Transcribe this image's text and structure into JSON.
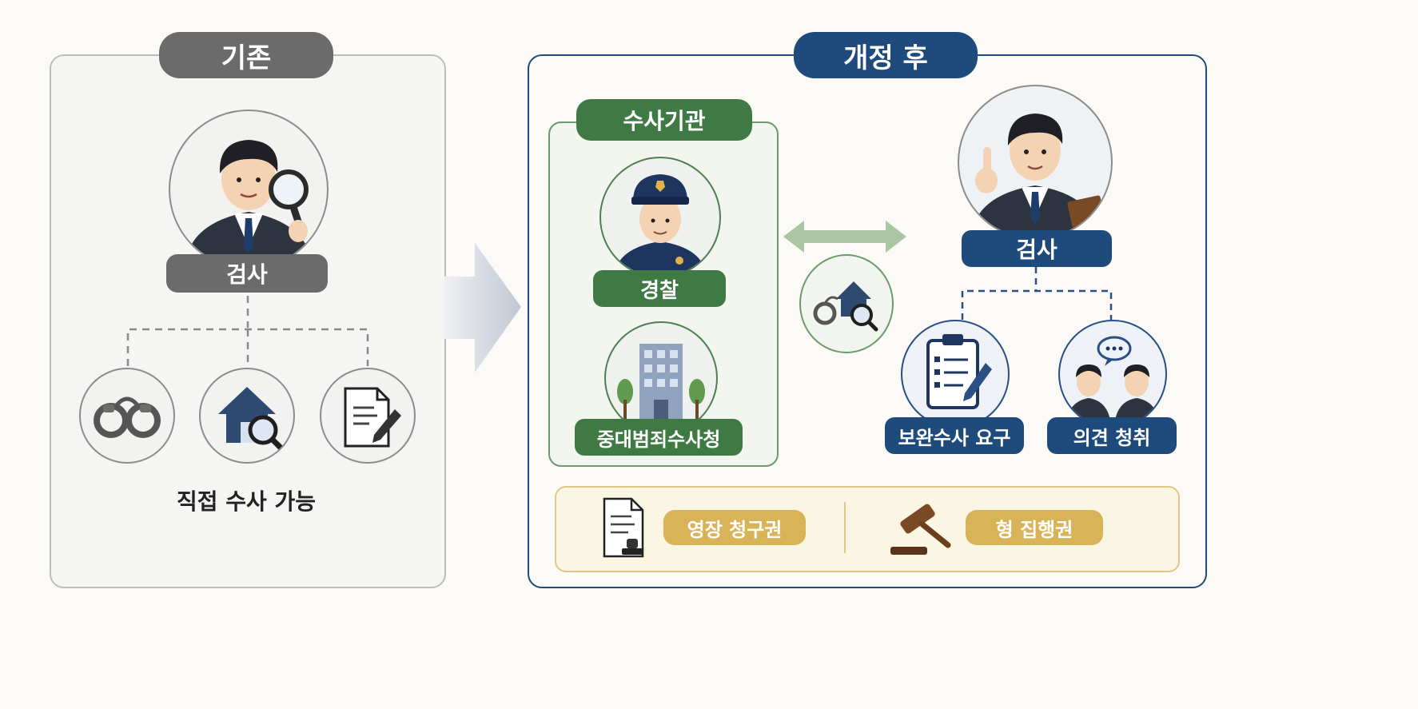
{
  "left": {
    "header": "기존",
    "role_label": "검사",
    "caption": "직접 수사 가능"
  },
  "right": {
    "header": "개정 후",
    "agency_header": "수사기관",
    "police_label": "경찰",
    "bureau_label": "중대범죄수사청",
    "prosecutor_label": "검사",
    "request_label": "보완수사 요구",
    "opinion_label": "의견 청취",
    "warrant_label": "영장 청구권",
    "execution_label": "형 집행권"
  },
  "colors": {
    "gray_header": "#6b6b6b",
    "navy": "#1e4a7c",
    "green": "#3f7a45",
    "gold": "#d8b357",
    "arrow_gray": "#c4c8d2",
    "arrow_green": "#a9c7a3"
  },
  "icons": [
    "prosecutor-magnifier-icon",
    "handcuffs-icon",
    "house-search-icon",
    "document-pen-icon",
    "police-officer-icon",
    "building-icon",
    "handcuffs-house-search-icon",
    "prosecutor-pointing-icon",
    "clipboard-checklist-icon",
    "conversation-icon",
    "document-stamp-icon",
    "gavel-icon"
  ]
}
